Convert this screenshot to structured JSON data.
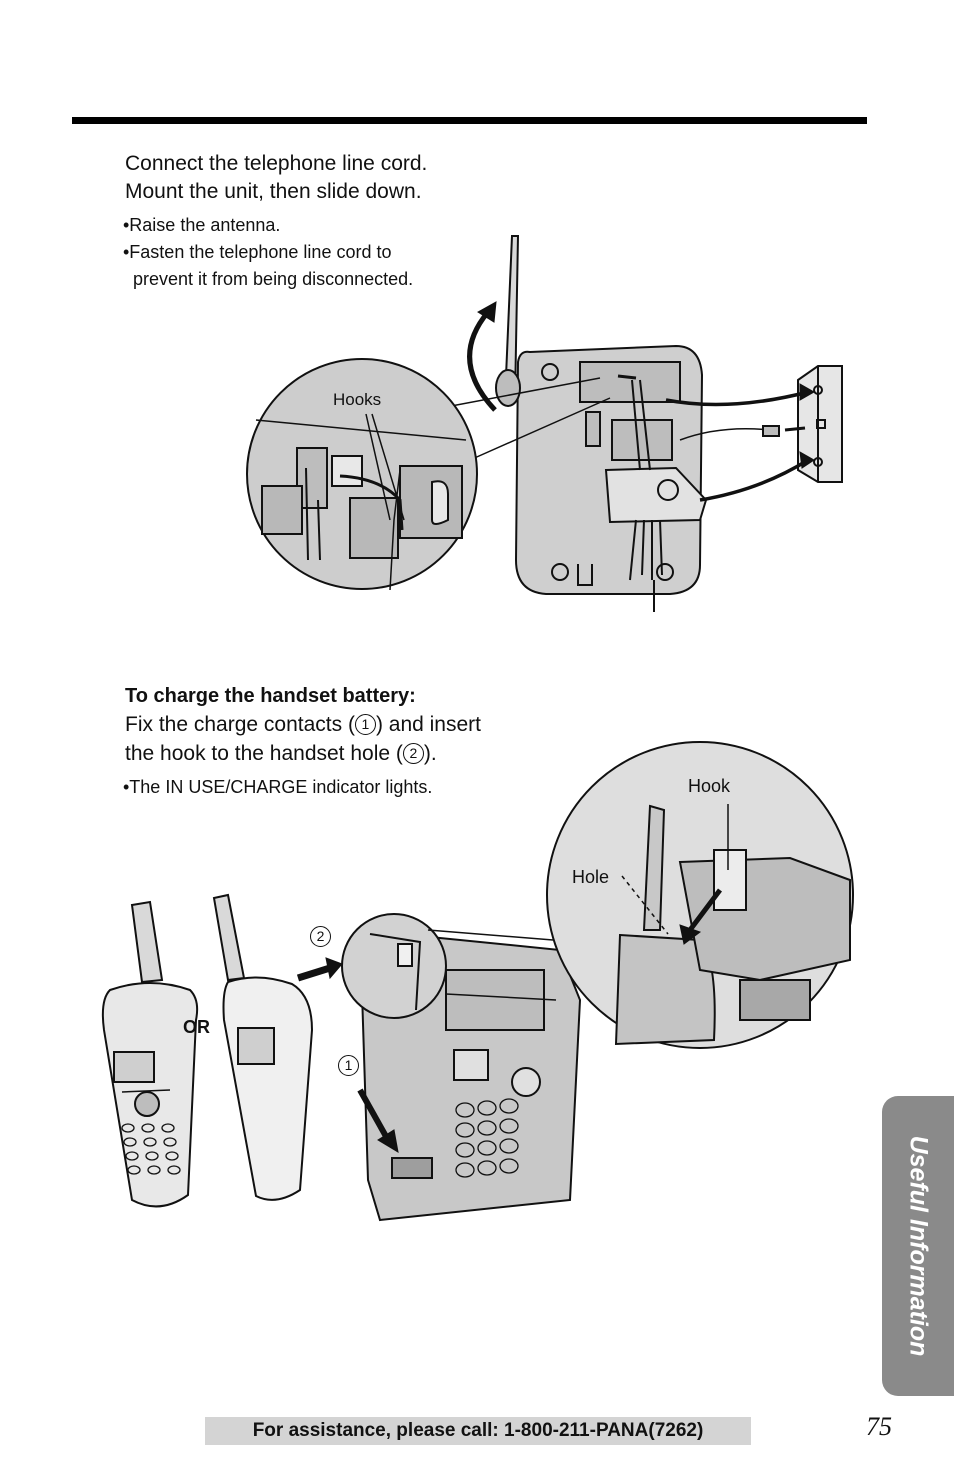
{
  "section1": {
    "line1": "Connect the telephone line cord.",
    "line2": "Mount the unit, then slide down.",
    "bullet1": "•Raise the antenna.",
    "bullet2a": "•Fasten the telephone line cord to",
    "bullet2b": "prevent it from being disconnected.",
    "label_hooks": "Hooks"
  },
  "section2": {
    "heading": "To charge the handset battery:",
    "line1_pre": "Fix the charge contacts (",
    "line1_post": ") and insert",
    "line2_pre": "the hook to the handset hole (",
    "line2_post": ").",
    "num1": "1",
    "num2": "2",
    "bullet": "•The IN USE/CHARGE indicator lights.",
    "label_hook": "Hook",
    "label_hole": "Hole",
    "label_or": "OR"
  },
  "side_tab": "Useful Information",
  "footer": "For assistance, please call: 1-800-211-PANA(7262)",
  "page_number": "75"
}
